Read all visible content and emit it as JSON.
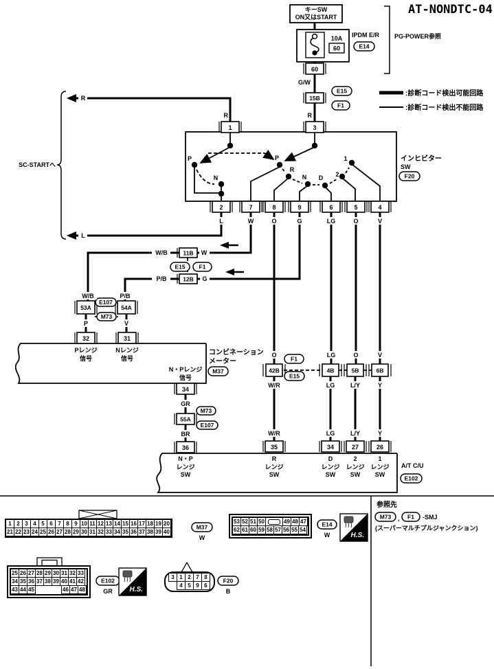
{
  "title": "AT-NONDTC-04",
  "legend": {
    "detectable": ":診断コード検出可能回路",
    "not_detectable": ":診断コード検出不能回路"
  },
  "power": {
    "key_sw1": "キーSW",
    "key_sw2": "ON又はSTART",
    "fuse_amp": "10A",
    "fuse_slot": "60",
    "unit": "IPDM E/R",
    "conn": "E14",
    "ref": "PG-POWER参照",
    "pin": "60",
    "wire": "G/W",
    "conn2": "E15",
    "smj": "15B",
    "conn3": "F1",
    "wire2": "R"
  },
  "sc_start": {
    "label": "SC-STARTへ",
    "wire_r": "R",
    "wire_l": "L"
  },
  "inhibitor": {
    "name1": "インヒビター",
    "name2": "SW",
    "conn": "F20",
    "pos": {
      "p1": "P",
      "n1": "N",
      "p2": "P",
      "r": "R",
      "n2": "N",
      "d": "D",
      "two": "2",
      "one": "1"
    },
    "pin1": "1",
    "pin3": "3",
    "pin2": "2",
    "pin7": "7",
    "pin8": "8",
    "pin9": "9",
    "pin6": "6",
    "pin5": "5",
    "pin4": "4",
    "w_r1": "R",
    "w2": "L",
    "w7": "W",
    "w8": "O",
    "w9": "G",
    "w6": "LG",
    "w5": "O",
    "w4": "V"
  },
  "smj_mid": {
    "wb": "W/B",
    "b11": "11B",
    "w": "W",
    "e15": "E15",
    "f1": "F1",
    "pb": "P/B",
    "b12": "12B",
    "g": "G",
    "wb2": "W/B",
    "pb2": "P/B",
    "a53": "53A",
    "e107": "E107",
    "m73": "M73",
    "a54": "54A",
    "p": "P",
    "v": "V"
  },
  "meter": {
    "pin32": "32",
    "pin31": "31",
    "sig_p1": "Pレンジ",
    "sig_p2": "信号",
    "sig_n1": "Nレンジ",
    "sig_n2": "信号",
    "sig_np1": "N・Pレンジ",
    "sig_np2": "信号",
    "name1": "コンビネーション",
    "name2": "メーター",
    "conn": "M37",
    "pin34": "34",
    "gr": "GR",
    "m73": "M73",
    "a55": "55A",
    "e107": "E107",
    "br": "BR"
  },
  "atcu": {
    "o": "O",
    "f1": "F1",
    "b42": "42B",
    "e15": "E15",
    "wr": "W/R",
    "lg": "LG",
    "b4": "4B",
    "lg2": "LG",
    "o2": "O",
    "b5": "5B",
    "ly": "L/Y",
    "v": "V",
    "b6": "6B",
    "y": "Y",
    "wr2": "W/R",
    "lg3": "LG",
    "ly2": "L/Y",
    "y2": "Y",
    "pin36": "36",
    "pin35": "35",
    "pin34": "34",
    "pin27": "27",
    "pin26": "26",
    "cols": [
      [
        "N・P",
        "レンジ",
        "SW"
      ],
      [
        "R",
        "レンジ",
        "SW"
      ],
      [
        "D",
        "レンジ",
        "SW"
      ],
      [
        "2",
        "レンジ",
        "SW"
      ],
      [
        "1",
        "レンジ",
        "SW"
      ]
    ],
    "name": "A/T C/U",
    "conn": "E102"
  },
  "connector_views": {
    "m37": {
      "rows": [
        [
          "1",
          "2",
          "3",
          "4",
          "5",
          "6",
          "7",
          "8",
          "9",
          "10",
          "11",
          "12",
          "13",
          "14",
          "15",
          "16",
          "17",
          "18",
          "19",
          "20"
        ],
        [
          "21",
          "22",
          "23",
          "24",
          "25",
          "26",
          "27",
          "28",
          "29",
          "30",
          "31",
          "32",
          "33",
          "34",
          "35",
          "36",
          "37",
          "38",
          "39",
          "40"
        ]
      ],
      "conn": "M37",
      "color": "W"
    },
    "e14": {
      "rows": [
        [
          "53",
          "52",
          "51",
          "50",
          "#slot",
          "49",
          "48",
          "47"
        ],
        [
          "62",
          "61",
          "60",
          "59",
          "58",
          "57",
          "56",
          "55",
          "54"
        ]
      ],
      "conn": "E14",
      "color": "W"
    },
    "e102": {
      "rows": [
        [
          "25",
          "26",
          "27",
          "28",
          "29",
          "30",
          "31",
          "32",
          "33"
        ],
        [
          "34",
          "35",
          "36",
          "37",
          "38",
          "39",
          "40",
          "41",
          "42"
        ],
        [
          "43",
          "44",
          "45",
          "#gap3",
          "46",
          "47",
          "48"
        ]
      ],
      "conn": "E102",
      "color": "GR"
    },
    "f20": {
      "rows": [
        [
          "3",
          "1",
          "2",
          "7",
          "8"
        ],
        [
          "#gap",
          "4",
          "5",
          "9",
          "6"
        ]
      ],
      "conn": "F20",
      "color": "B"
    },
    "hs": "H.S.",
    "ref": {
      "title": "参照先",
      "m73": "M73",
      "comma": ",",
      "f1": "F1",
      "smj": "-SMJ",
      "note": "(スーパーマルチプルジャンクション)"
    }
  }
}
